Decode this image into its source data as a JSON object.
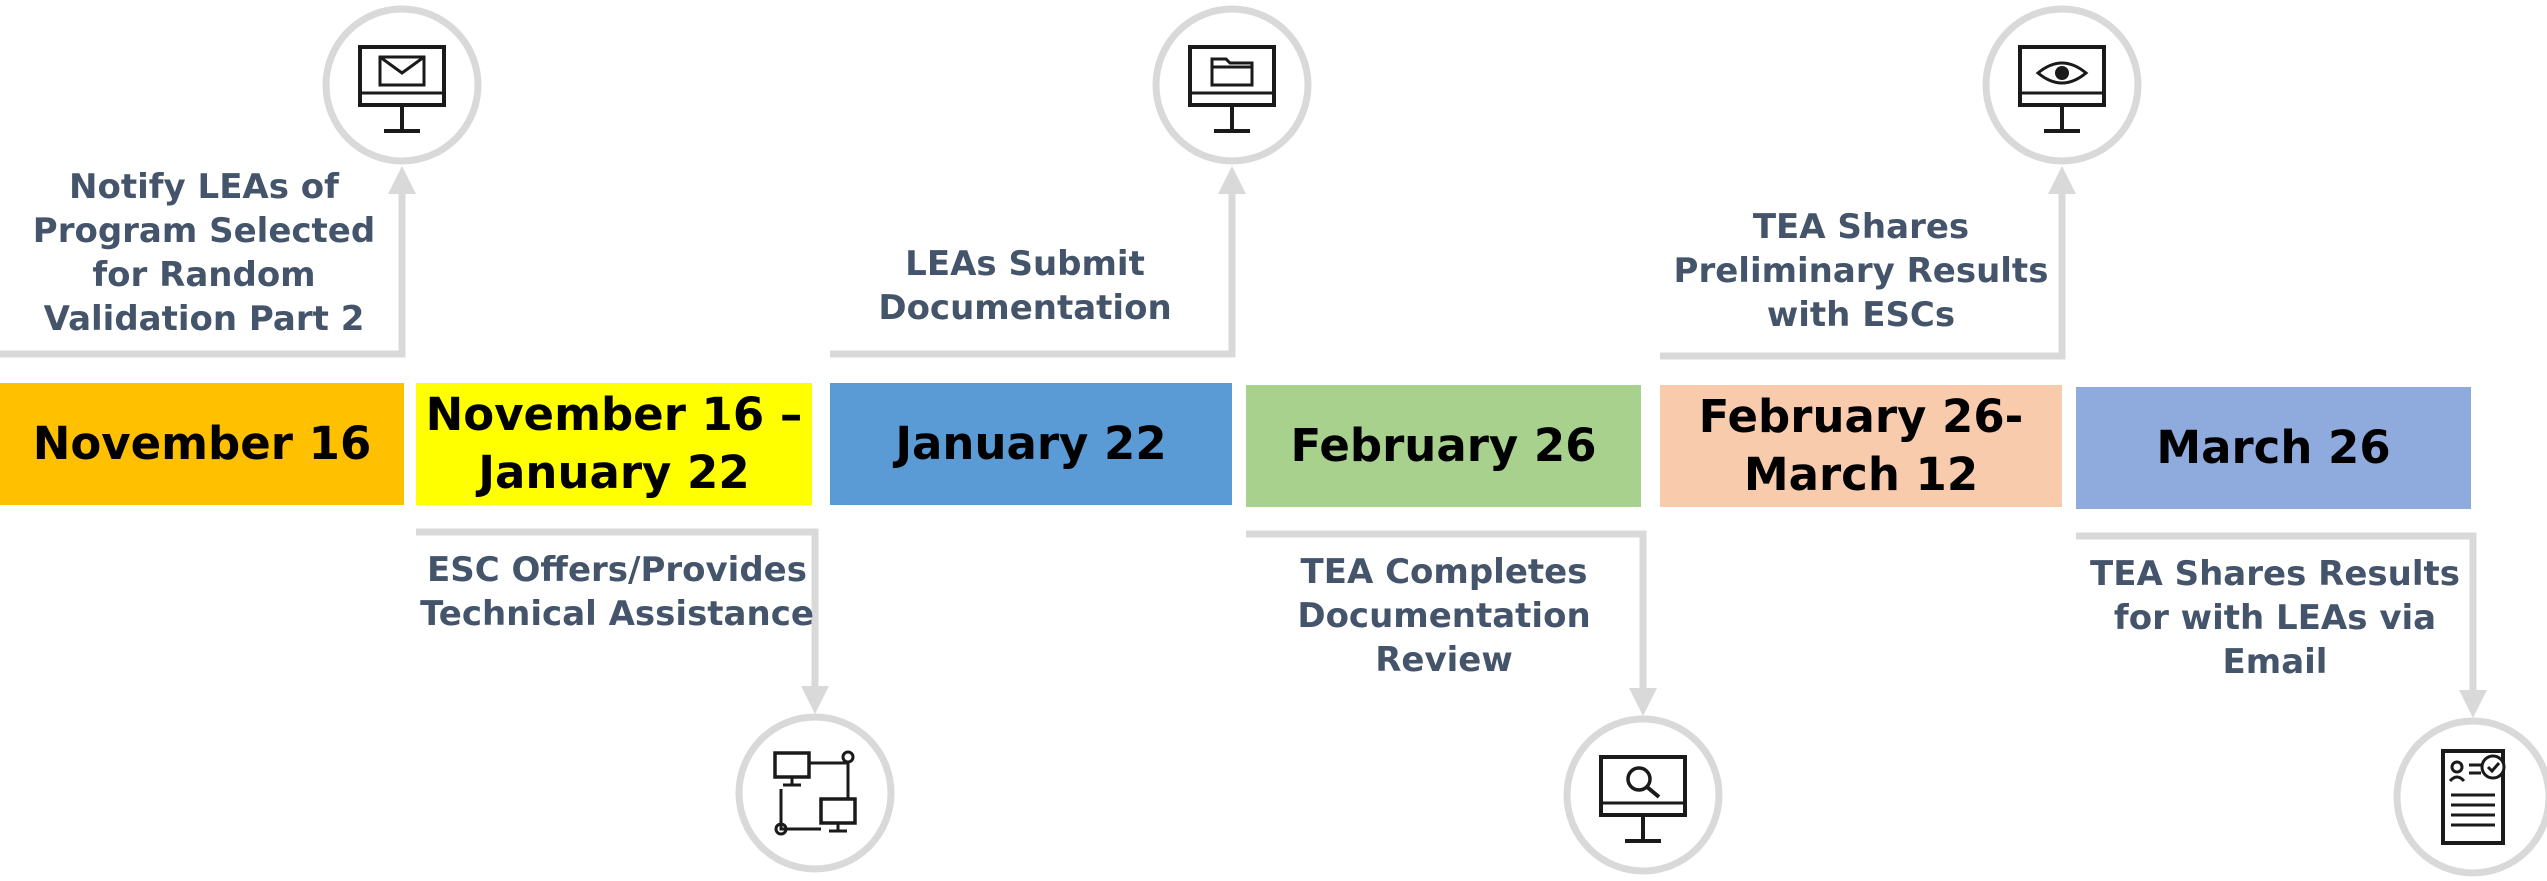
{
  "milestones": [
    {
      "date": "November 16",
      "color": "#FFC000",
      "description": "Notify LEAs of\nProgram Selected\nfor Random\nValidation Part 2",
      "icon": "monitor-mail-icon",
      "position": "top"
    },
    {
      "date": "November 16 –\nJanuary 22",
      "color": "#FFFF00",
      "description": "ESC Offers/Provides\nTechnical Assistance",
      "icon": "network-icon",
      "position": "bottom"
    },
    {
      "date": "January 22",
      "color": "#5B9BD5",
      "description": "LEAs Submit\nDocumentation",
      "icon": "monitor-folder-icon",
      "position": "top"
    },
    {
      "date": "February 26",
      "color": "#A9D18E",
      "description": "TEA Completes\nDocumentation\nReview",
      "icon": "monitor-search-icon",
      "position": "bottom"
    },
    {
      "date": "February 26-\nMarch 12",
      "color": "#F8CBAD",
      "description": "TEA Shares\nPreliminary Results\nwith ESCs",
      "icon": "monitor-eye-icon",
      "position": "top"
    },
    {
      "date": "March 26",
      "color": "#8FAADC",
      "description": "TEA Shares Results\nfor with LEAs via\nEmail",
      "icon": "document-check-icon",
      "position": "bottom"
    }
  ],
  "connector_color": "#D9D9D9",
  "text_color": "#44546A"
}
